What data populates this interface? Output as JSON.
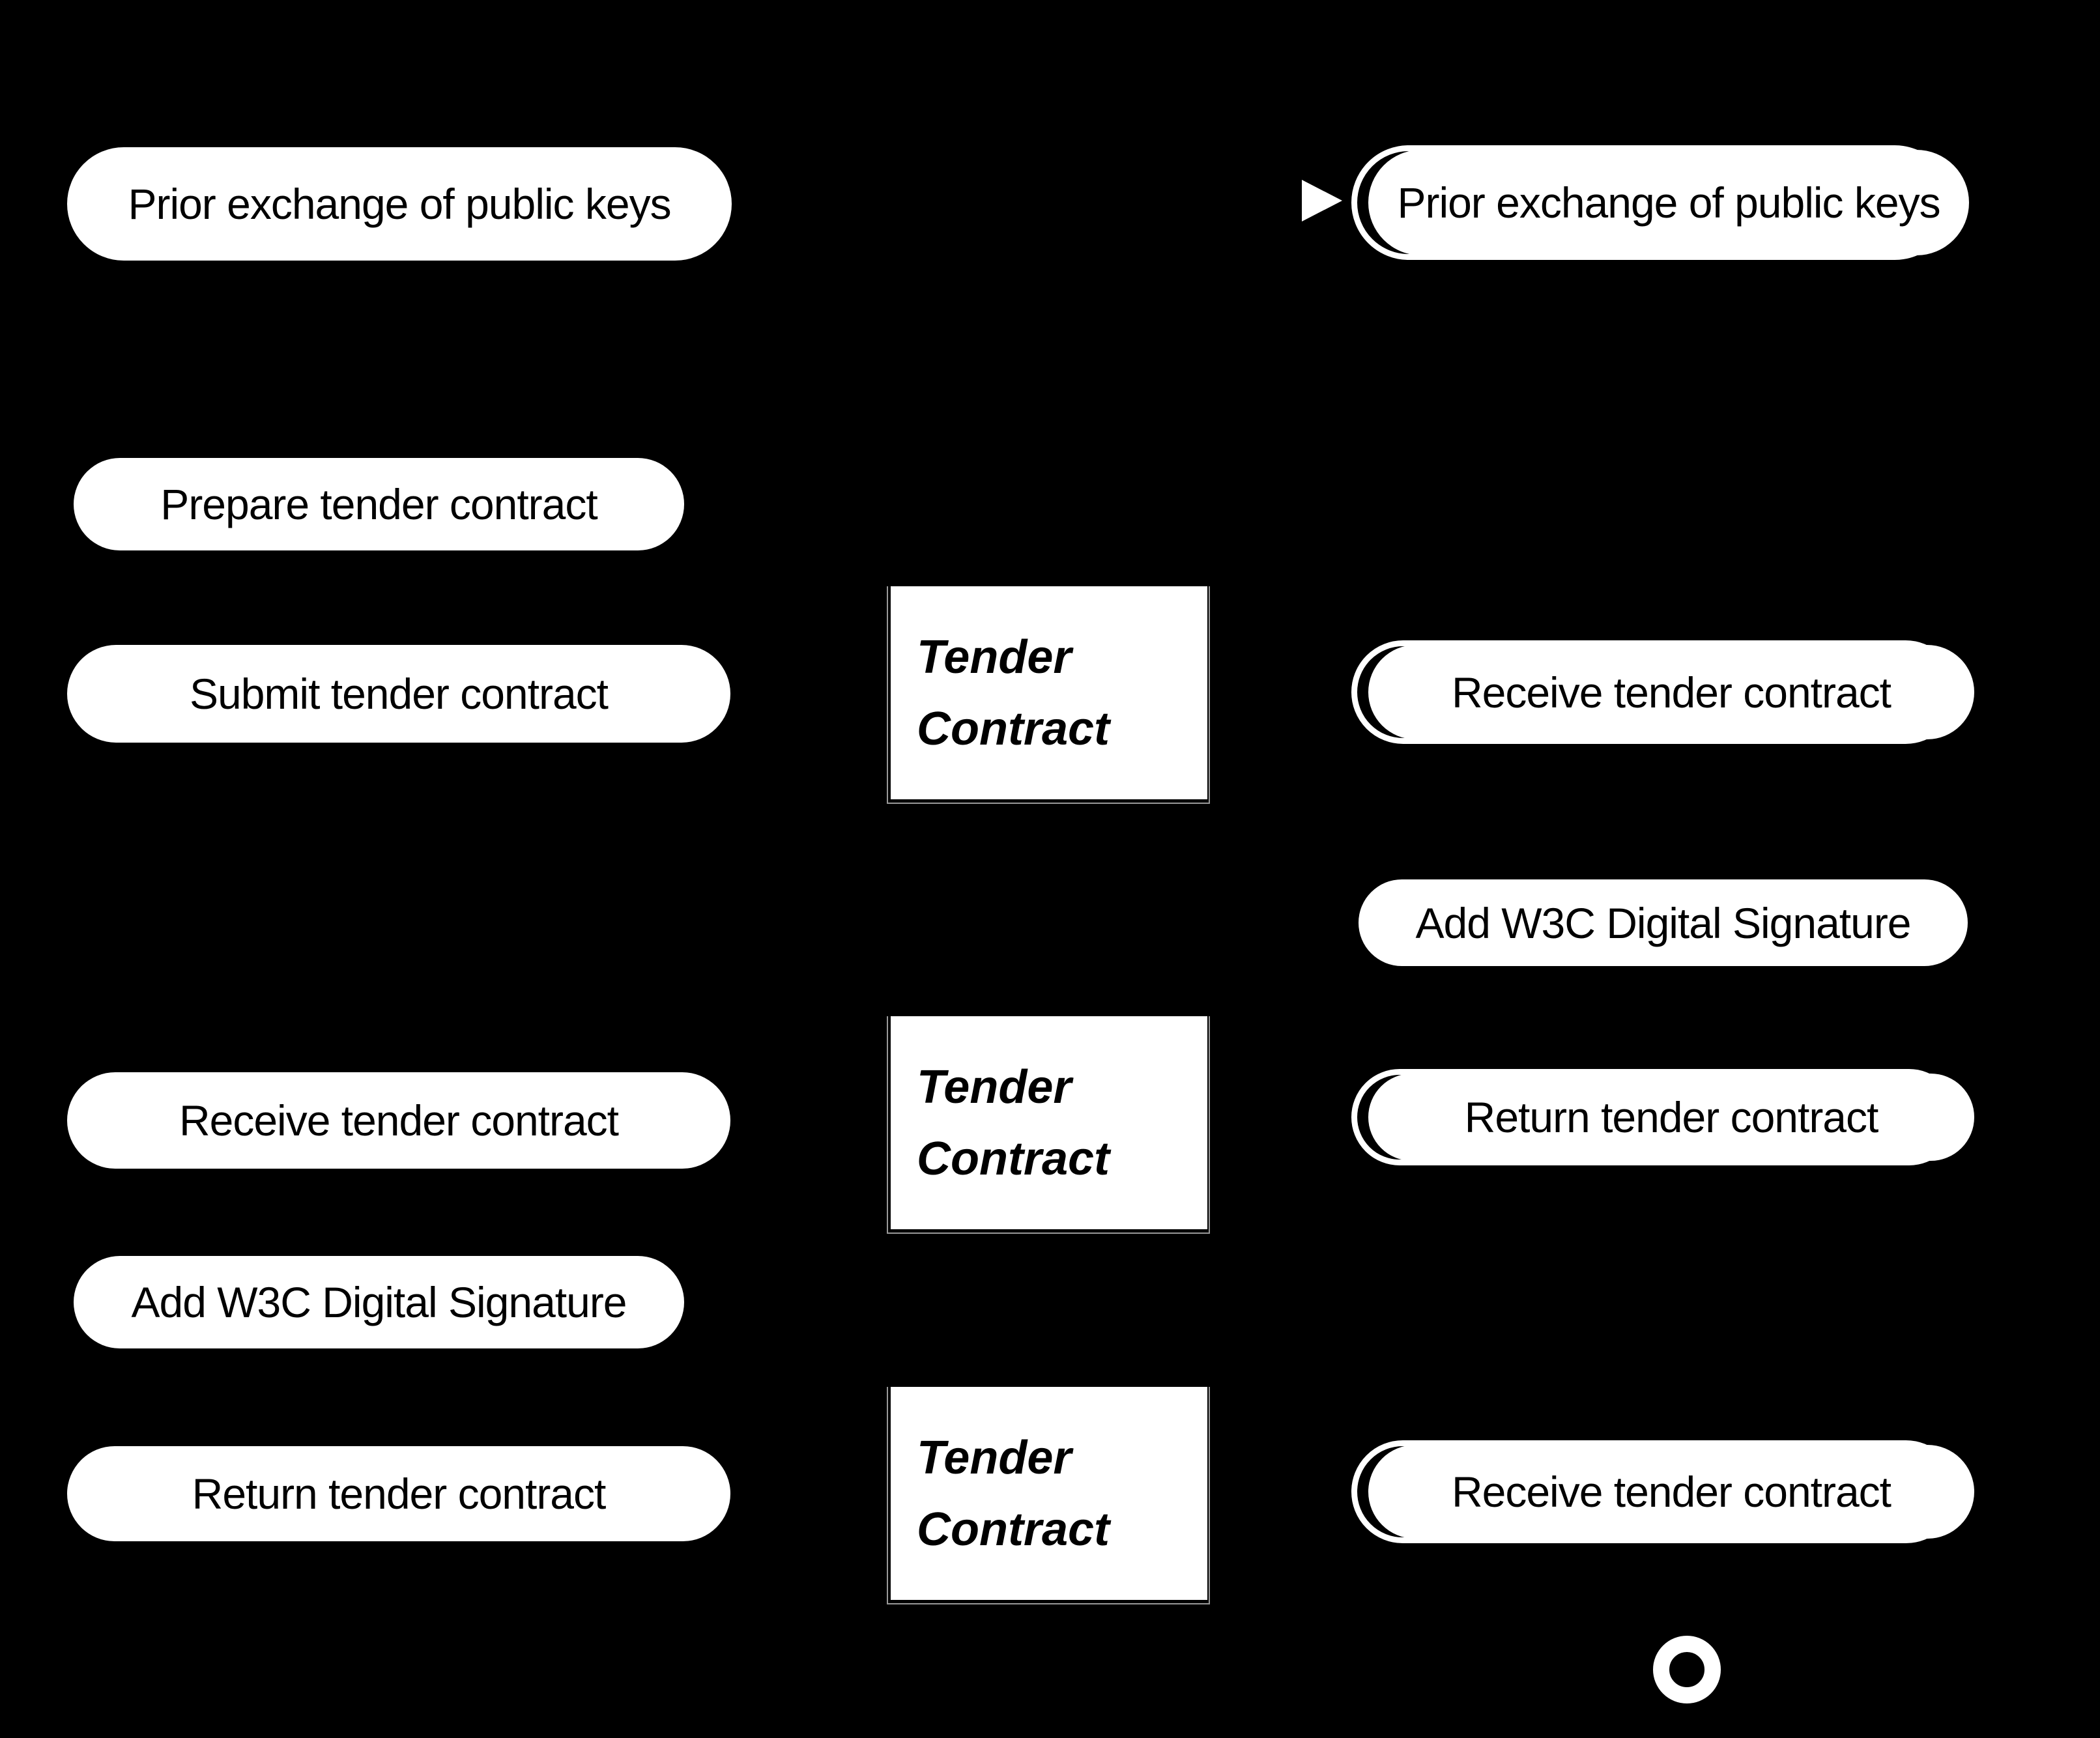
{
  "diagram": {
    "kind": "process-collaboration-diagram",
    "colors": {
      "background": "#000000",
      "shape_fill": "#ffffff",
      "shape_text": "#000000",
      "data_object_edge": "#999999"
    },
    "left_participant": {
      "tasks": [
        {
          "label": "Prior exchange of public keys"
        },
        {
          "label": "Prepare tender contract"
        },
        {
          "label": "Submit tender contract"
        },
        {
          "label": "Receive tender contract"
        },
        {
          "label": "Add W3C Digital Signature"
        },
        {
          "label": "Return tender contract"
        }
      ]
    },
    "data_objects": [
      {
        "lines": [
          "Tender",
          "Contract"
        ]
      },
      {
        "lines": [
          "Tender",
          "Contract"
        ]
      },
      {
        "lines": [
          "Tender",
          "Contract"
        ]
      }
    ],
    "right_participant": {
      "tasks": [
        {
          "label": "Prior exchange of public keys",
          "double_outline": true,
          "incoming_arrowhead": true
        },
        {
          "label": "Receive tender contract",
          "double_outline": true
        },
        {
          "label": "Add W3C Digital Signature",
          "double_outline": false
        },
        {
          "label": "Return tender contract",
          "double_outline": true
        },
        {
          "label": "Receive tender contract",
          "double_outline": true
        }
      ]
    },
    "end_event": {
      "type": "end-event-thick-circle"
    }
  }
}
